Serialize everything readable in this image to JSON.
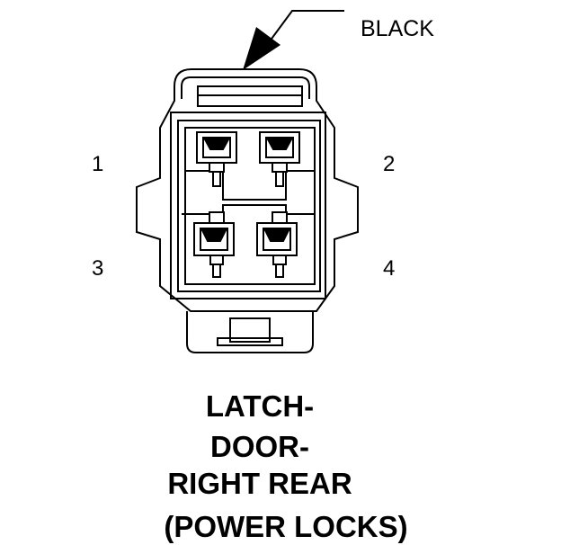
{
  "connector": {
    "color_label": "BLACK",
    "pins": [
      {
        "number": "1"
      },
      {
        "number": "2"
      },
      {
        "number": "3"
      },
      {
        "number": "4"
      }
    ]
  },
  "title": {
    "line1": "LATCH-",
    "line2": "DOOR-",
    "line3": "RIGHT REAR",
    "line4": "(POWER LOCKS)"
  },
  "colors": {
    "ink": "#000000",
    "background": "#ffffff"
  }
}
